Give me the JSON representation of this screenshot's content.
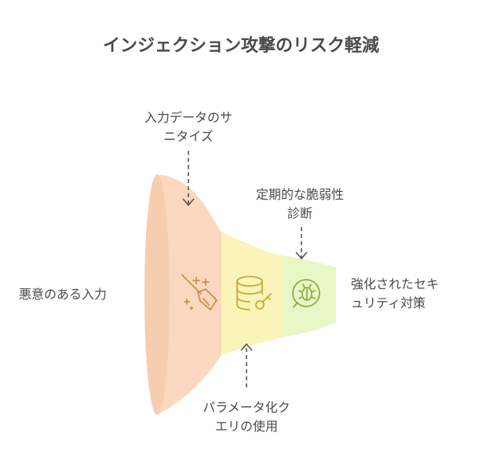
{
  "title": "インジェクション攻撃のリスク軽減",
  "labels": {
    "malicious_input": "悪意のある入力",
    "sanitize_line1": "入力データのサ",
    "sanitize_line2": "ニタイズ",
    "param_line1": "パラメータ化ク",
    "param_line2": "エリの使用",
    "audit_line1": "定期的な脆弱性",
    "audit_line2": "診断",
    "secure_line1": "強化されたセキ",
    "secure_line2": "ュリティ対策"
  },
  "icons": [
    "broom-sparkle-icon",
    "database-key-icon",
    "bug-search-icon"
  ],
  "colors": {
    "stage1": "#fbd8bf",
    "stage1_edge": "#f7cdb0",
    "stage2": "#fbf4b8",
    "stage3": "#e8f7c6",
    "icon1": "#d48a4c",
    "icon2": "#c9a83a",
    "icon3": "#86b14a"
  }
}
